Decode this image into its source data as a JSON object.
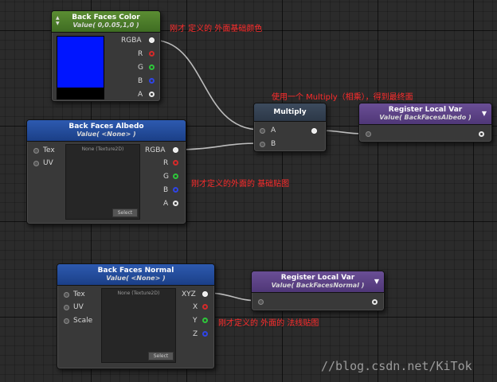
{
  "nodes": {
    "color": {
      "title": "Back Faces Color",
      "subtitle": "Value( 0,0.05,1,0 )",
      "swatch_color": "#0015ff",
      "outputs": [
        "RGBA",
        "R",
        "G",
        "B",
        "A"
      ]
    },
    "albedo": {
      "title": "Back Faces Albedo",
      "subtitle": "Value( <None> )",
      "inputs": [
        "Tex",
        "UV"
      ],
      "texture_caption": "None (Texture2D)",
      "select_label": "Select",
      "outputs": [
        "RGBA",
        "R",
        "G",
        "B",
        "A"
      ]
    },
    "multiply": {
      "title": "Multiply",
      "inputs": [
        "A",
        "B"
      ]
    },
    "reg_albedo": {
      "title": "Register Local Var",
      "subtitle": "Value( BackFacesAlbedo )"
    },
    "normal": {
      "title": "Back Faces Normal",
      "subtitle": "Value( <None> )",
      "inputs": [
        "Tex",
        "UV",
        "Scale"
      ],
      "texture_caption": "None (Texture2D)",
      "select_label": "Select",
      "outputs": [
        "XYZ",
        "X",
        "Y",
        "Z"
      ]
    },
    "reg_normal": {
      "title": "Register Local Var",
      "subtitle": "Value( BackFacesNormal )"
    }
  },
  "annotations": {
    "color_note": "刚才 定义的 外面基础颜色",
    "multiply_note": "使用一个 Multiply（相乘），得到最终面",
    "albedo_note": "刚才定义的外面的 基础贴图",
    "normal_note": "刚才定义的 外面的 法线贴图"
  },
  "watermark": "//blog.csdn.net/KiTok",
  "colors": {
    "annotation": "#ff2c2c",
    "wire": "#bcbcbc"
  }
}
